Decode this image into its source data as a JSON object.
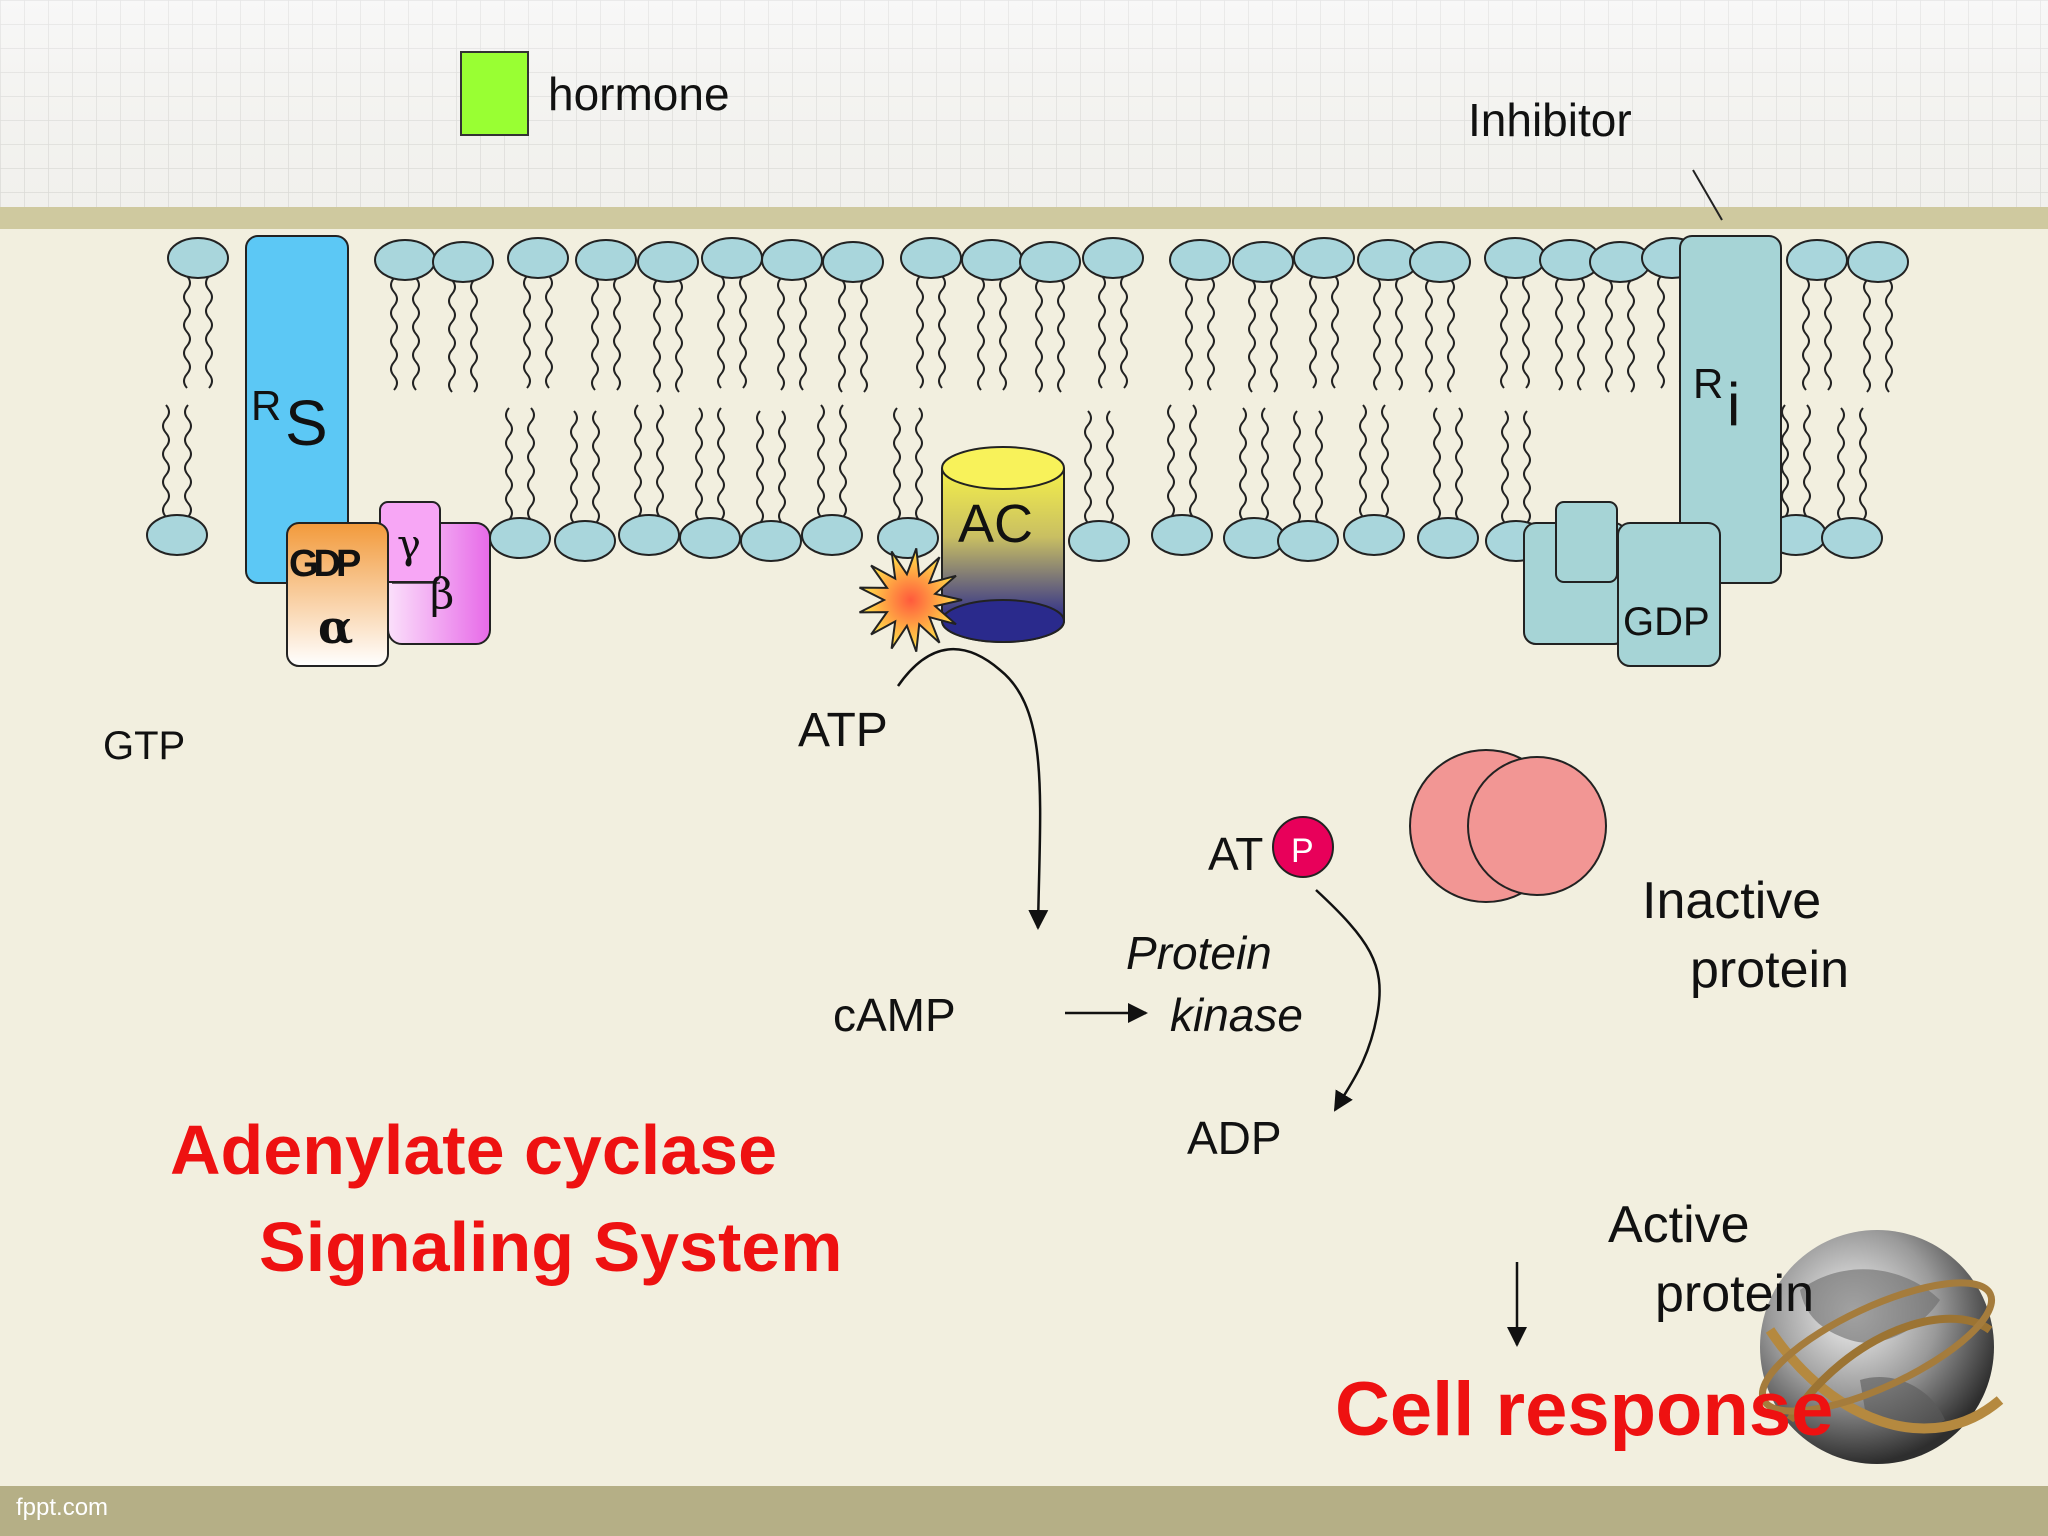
{
  "legend": {
    "hormone_label": "hormone",
    "hormone_color": "#99ff33"
  },
  "inhibitor_label": "Inhibitor",
  "receptor_s": {
    "sup": "R",
    "main": "S"
  },
  "receptor_i": {
    "sup": "R",
    "main": "i"
  },
  "g_protein_s": {
    "gdp_label": "GDP",
    "alpha": "α",
    "beta": "β",
    "gamma": "γ"
  },
  "g_protein_i": {
    "gdp_label": "GDP"
  },
  "ac_label": "AC",
  "gtp_label": "GTP",
  "atp_label": "ATP",
  "camp_label": "cAMP",
  "protein_kinase": {
    "line1": "Protein",
    "line2": "kinase"
  },
  "atp_phospho": {
    "prefix": "AT",
    "p": "P"
  },
  "adp_label": "ADP",
  "inactive_protein": {
    "line1": "Inactive",
    "line2": "protein"
  },
  "active_protein": {
    "line1": "Active",
    "line2": "protein"
  },
  "title": {
    "line1": "Adenylate cyclase",
    "line2": "Signaling System"
  },
  "cell_response": "Cell response",
  "footer": "fppt.com",
  "colors": {
    "lipid_head": "#a9d6dc",
    "receptor_s": "#5cc8f5",
    "receptor_i": "#a6d4d6",
    "title_red": "#ee1111",
    "protein_pink": "#f29694",
    "phosphate": "#e8005a"
  }
}
